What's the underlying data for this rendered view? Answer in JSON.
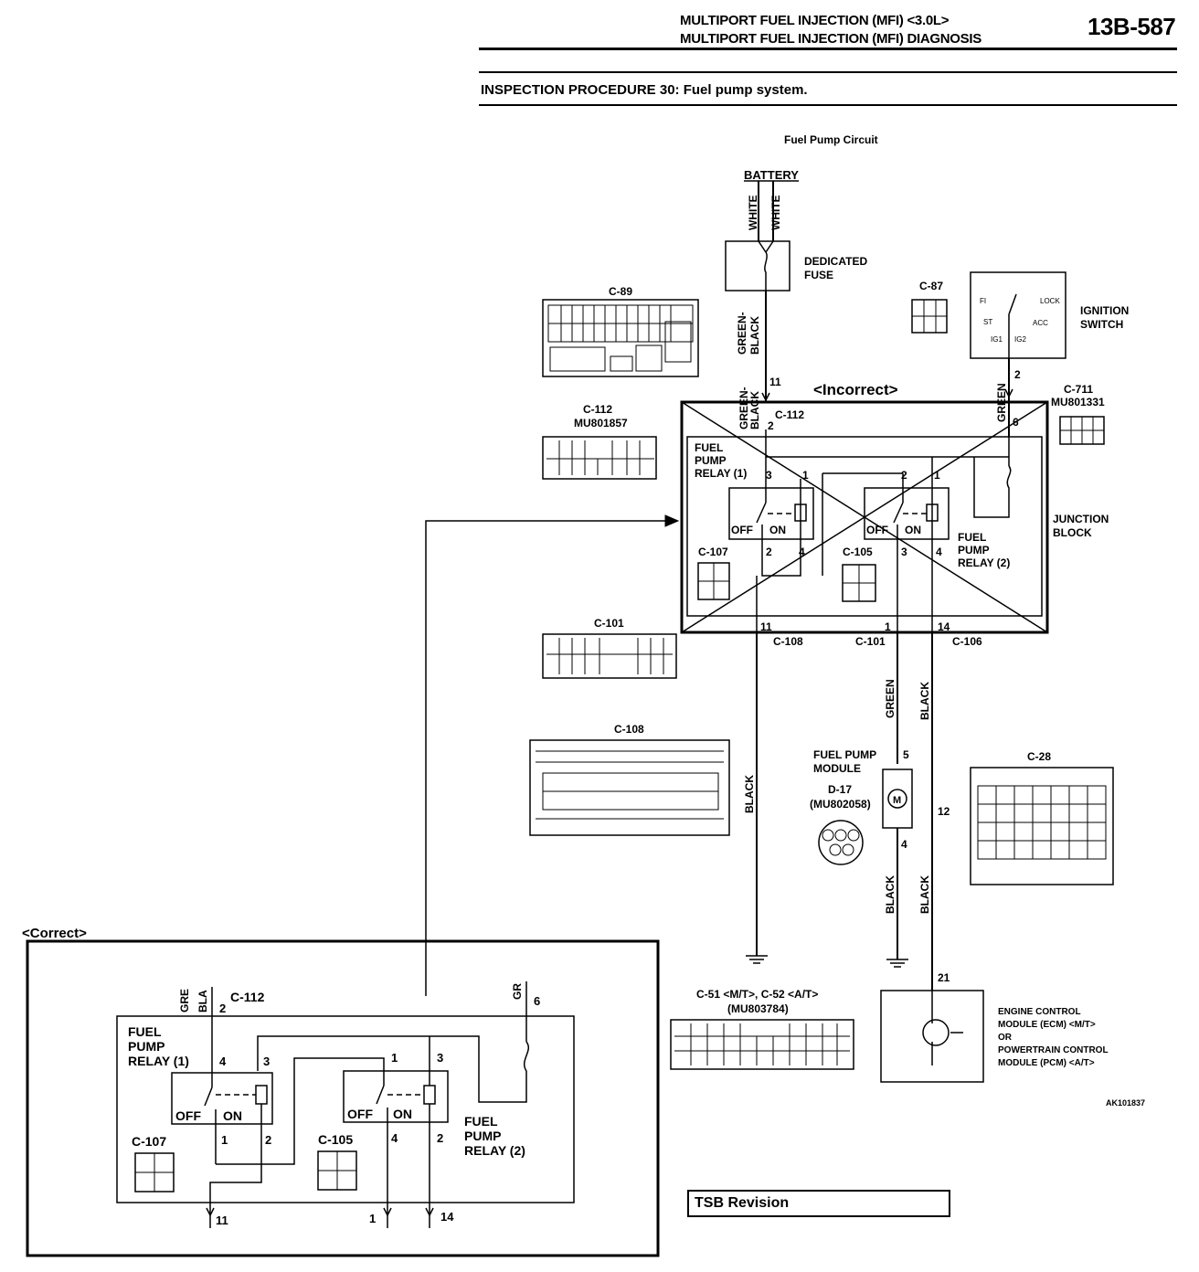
{
  "header": {
    "title_line1": "MULTIPORT FUEL INJECTION (MFI) <3.0L>",
    "title_line2": "MULTIPORT FUEL INJECTION (MFI) DIAGNOSIS",
    "page_number": "13B-587",
    "procedure": "INSPECTION PROCEDURE 30: Fuel pump system."
  },
  "diagram": {
    "circuit_title": "Fuel Pump Circuit",
    "battery": "BATTERY",
    "wire_white": "WHITE",
    "dedicated_fuse_l1": "DEDICATED",
    "dedicated_fuse_l2": "FUSE",
    "wire_green_black_l1": "GREEN-",
    "wire_green_black_l2": "BLACK",
    "wire_green": "GREEN",
    "wire_black": "BLACK",
    "ignition_switch_l1": "IGNITION",
    "ignition_switch_l2": "SWITCH",
    "ign_terms": [
      "FI",
      "LOCK",
      "ST",
      "ACC",
      "IG1",
      "IG2"
    ],
    "incorrect_label": "<Incorrect>",
    "correct_label": "<Correct>",
    "junction_block_l1": "JUNCTION",
    "junction_block_l2": "BLOCK",
    "relay1_l1": "FUEL",
    "relay1_l2": "PUMP",
    "relay1_l3": "RELAY (1)",
    "relay2_l1": "FUEL",
    "relay2_l2": "PUMP",
    "relay2_l3": "RELAY (2)",
    "off": "OFF",
    "on": "ON",
    "fuel_pump_module_l1": "FUEL PUMP",
    "fuel_pump_module_l2": "MODULE",
    "d17": "D-17",
    "d17_part": "(MU802058)",
    "ecm_l1": "ENGINE CONTROL",
    "ecm_l2": "MODULE (ECM) <M/T>",
    "ecm_l3": "OR",
    "ecm_l4": "POWERTRAIN CONTROL",
    "ecm_l5": "MODULE (PCM) <A/T>",
    "c51_l1": "C-51 <M/T>, C-52 <A/T>",
    "c51_l2": "(MU803784)",
    "connectors": {
      "c89": "C-89",
      "c87": "C-87",
      "c112": "C-112",
      "c112_part": "MU801857",
      "c711": "C-711",
      "c711_part": "MU801331",
      "c107": "C-107",
      "c105": "C-105",
      "c101": "C-101",
      "c108": "C-108",
      "c106": "C-106",
      "c28": "C-28"
    },
    "pins": {
      "p11": "11",
      "p2": "2",
      "p3": "3",
      "p1": "1",
      "p4": "4",
      "p14": "14",
      "p5": "5",
      "p12": "12",
      "p21": "21",
      "p6": "6"
    },
    "correct_wire_gre": "GRE",
    "correct_wire_bla": "BLA",
    "correct_wire_gr": "GR"
  },
  "footer": {
    "tsb": "TSB Revision",
    "code": "AK101837"
  }
}
